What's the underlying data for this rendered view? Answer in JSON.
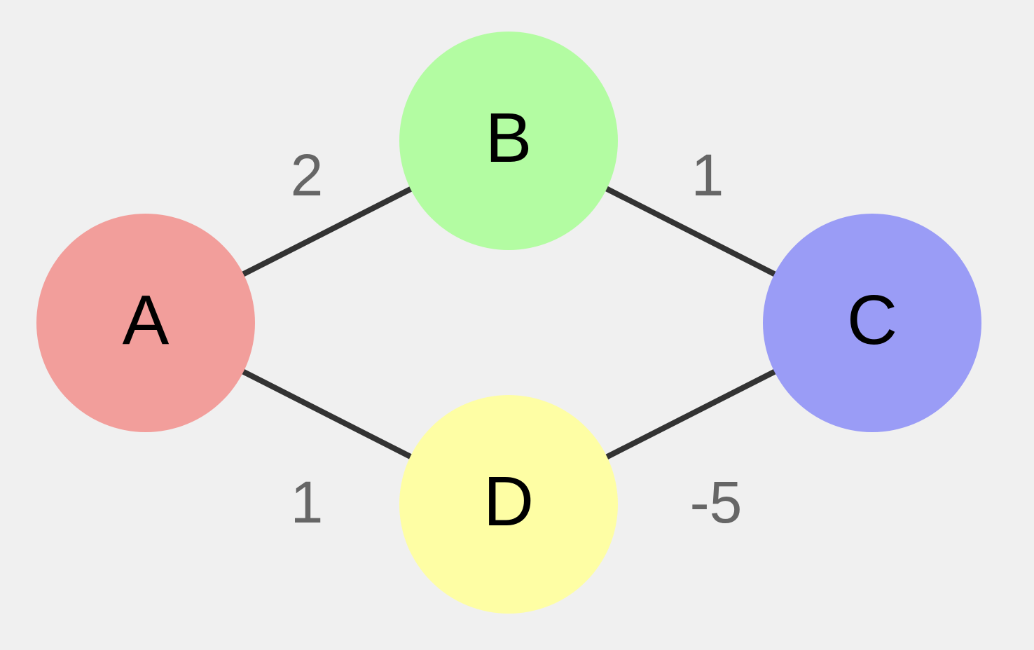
{
  "graph": {
    "nodes": [
      {
        "id": "A",
        "label": "A",
        "color": "#f29e9b"
      },
      {
        "id": "B",
        "label": "B",
        "color": "#b3fca2"
      },
      {
        "id": "C",
        "label": "C",
        "color": "#9a9cf6"
      },
      {
        "id": "D",
        "label": "D",
        "color": "#fefea4"
      }
    ],
    "edges": [
      {
        "from": "A",
        "to": "B",
        "weight": "2"
      },
      {
        "from": "B",
        "to": "C",
        "weight": "1"
      },
      {
        "from": "A",
        "to": "D",
        "weight": "1"
      },
      {
        "from": "D",
        "to": "C",
        "weight": "-5"
      }
    ],
    "edge_color": "#333333",
    "weight_color": "#666666"
  }
}
